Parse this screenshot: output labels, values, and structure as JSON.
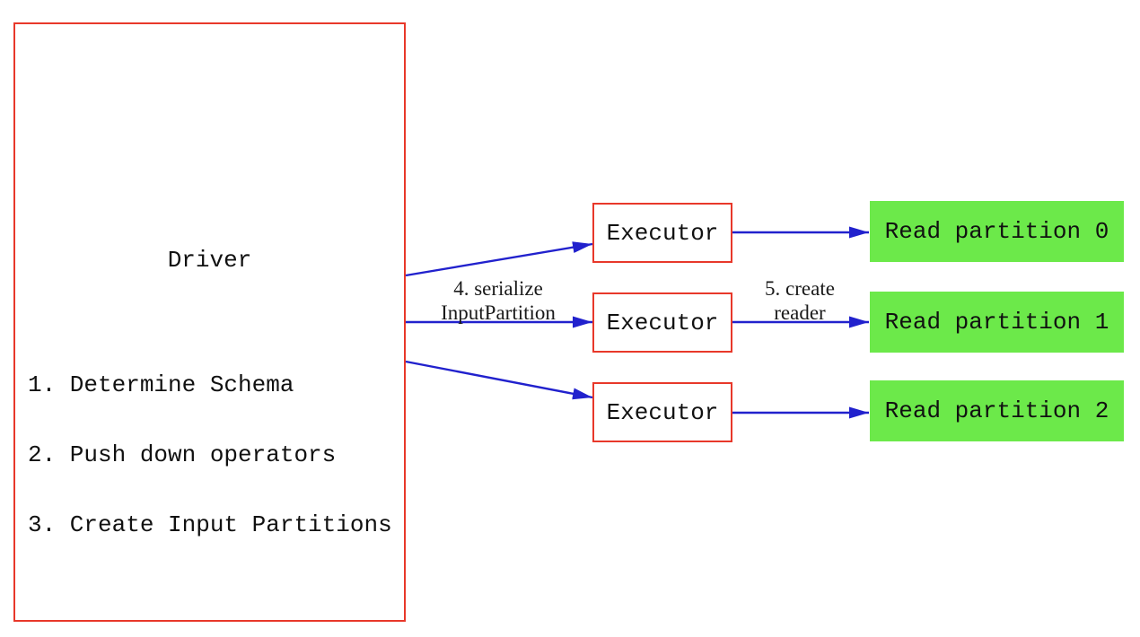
{
  "colors": {
    "box_border_red": "#e8382a",
    "arrow_blue": "#2121cd",
    "partition_green": "#6ce94a",
    "text_black": "#111111",
    "background": "#ffffff"
  },
  "driver": {
    "title": "Driver",
    "steps": [
      "1. Determine Schema",
      "2. Push down operators",
      "3. Create Input Partitions"
    ]
  },
  "executors": [
    {
      "label": "Executor"
    },
    {
      "label": "Executor"
    },
    {
      "label": "Executor"
    }
  ],
  "partitions": [
    {
      "label": "Read partition 0"
    },
    {
      "label": "Read partition 1"
    },
    {
      "label": "Read partition 2"
    }
  ],
  "arrow_labels": {
    "serialize": "4. serialize\nInputPartition",
    "create_reader": "5. create\nreader"
  }
}
